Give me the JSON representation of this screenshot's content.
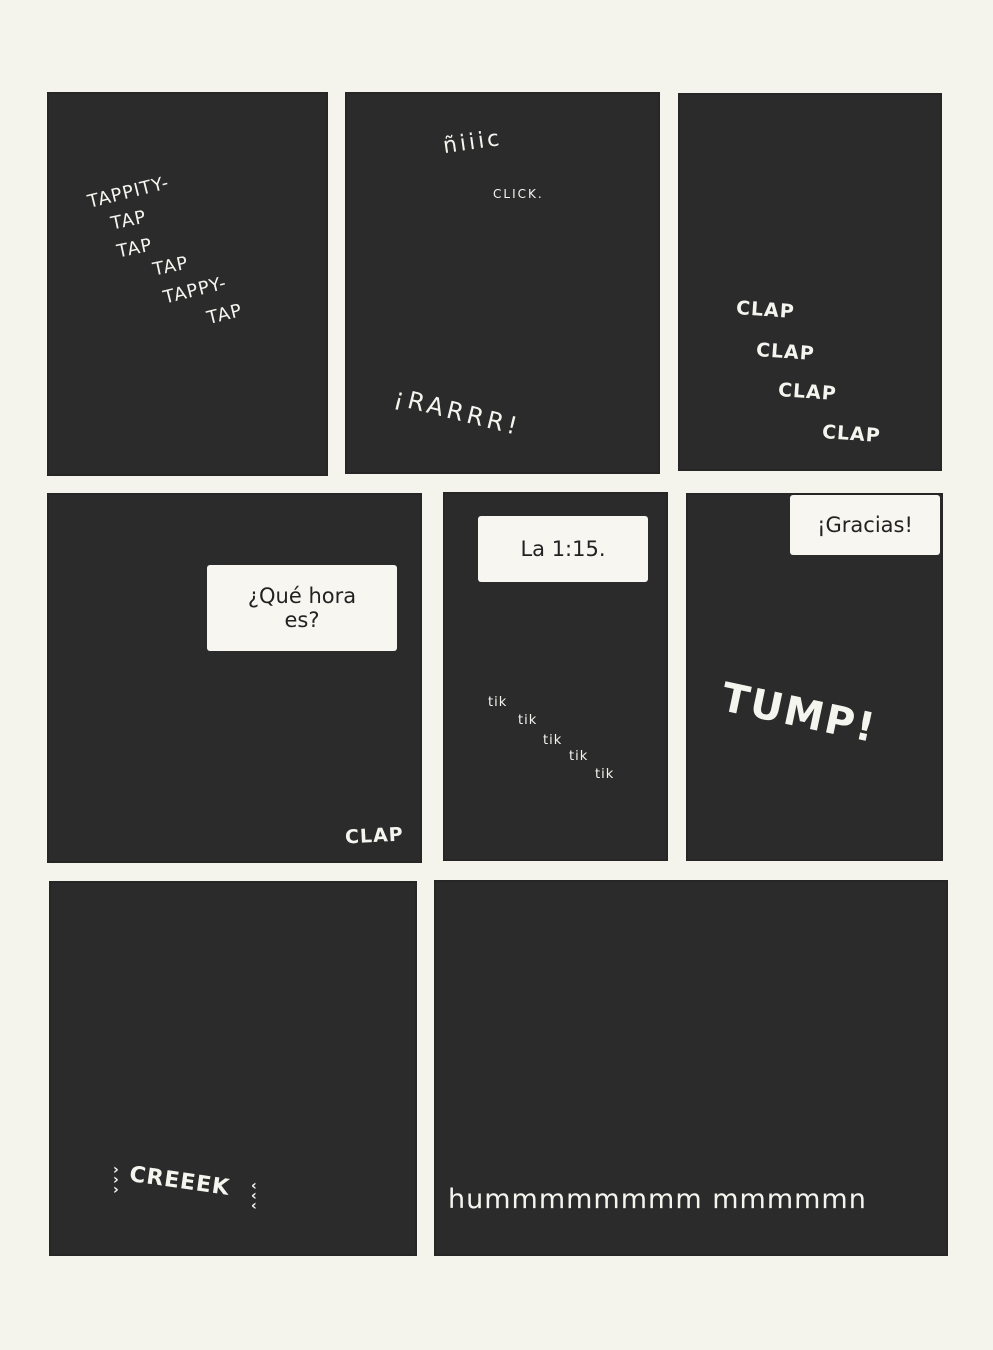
{
  "panels": [
    {
      "id": "p1",
      "sfx": [
        "TAPPITY-",
        "TAP",
        "TAP",
        "TAP",
        "TAPPY-",
        "TAP"
      ]
    },
    {
      "id": "p2",
      "sfx_top": "ñiiic",
      "sfx_mid": "CLICK.",
      "sfx_bottom": "¡RARRR!"
    },
    {
      "id": "p3",
      "sfx": [
        "CLAP",
        "CLAP",
        "CLAP",
        "CLAP"
      ]
    },
    {
      "id": "p4",
      "bubble": "¿Qué hora es?",
      "sfx": "CLAP"
    },
    {
      "id": "p5",
      "bubble": "La 1:15.",
      "sfx": [
        "tik",
        "tik",
        "tik",
        "tik",
        "tik"
      ]
    },
    {
      "id": "p6",
      "bubble": "¡Gracias!",
      "sfx": "TUMP!"
    },
    {
      "id": "p7",
      "sfx": "CREEEK"
    },
    {
      "id": "p8",
      "sfx": "hummmmmmmm mmmmmn"
    }
  ]
}
